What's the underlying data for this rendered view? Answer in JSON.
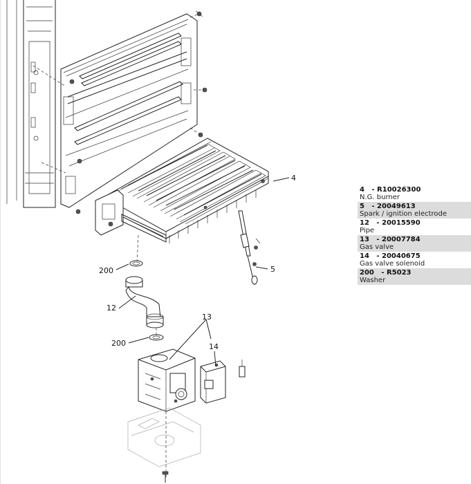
{
  "parts": [
    {
      "code": "4   - R10026300",
      "desc": "N.G. burner",
      "shaded": false
    },
    {
      "code": "5   - 20049613",
      "desc": "Spark / ignition electrode",
      "shaded": true
    },
    {
      "code": "12   - 20015590",
      "desc": "Pipe",
      "shaded": false
    },
    {
      "code": "13   - 20007784",
      "desc": "Gas valve",
      "shaded": true
    },
    {
      "code": "14   - 20040675",
      "desc": "Gas valve solenoid",
      "shaded": false
    },
    {
      "code": "200   - R5023",
      "desc": "Washer",
      "shaded": true
    }
  ],
  "callouts": {
    "burner": "4",
    "electrode": "5",
    "washer_top": "200",
    "pipe": "12",
    "washer_bottom": "200",
    "gas_valve": "13",
    "solenoid": "14"
  }
}
